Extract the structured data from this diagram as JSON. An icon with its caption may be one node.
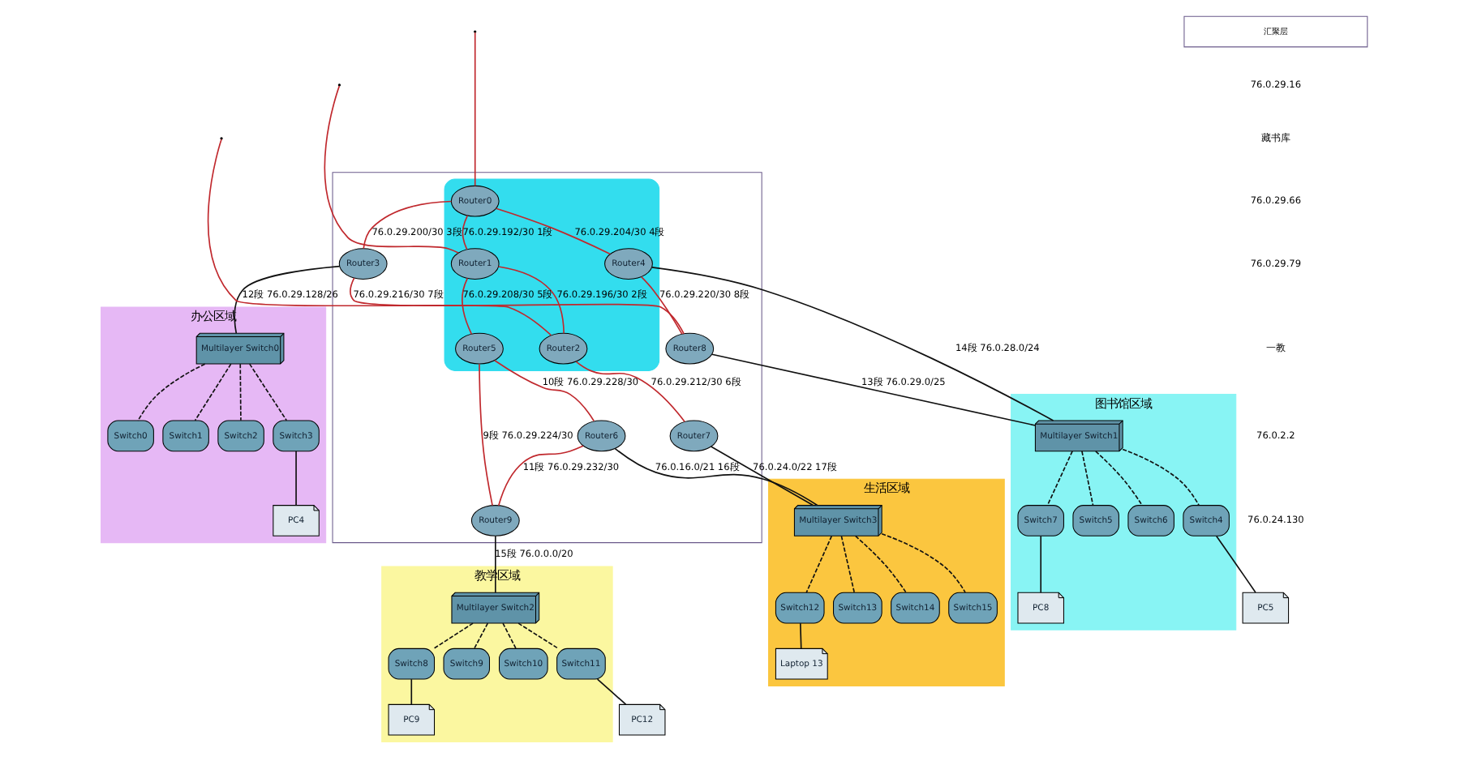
{
  "diagram": {
    "nodes": [
      {
        "text": [],
        "shape": "box"
      },
      {
        "text": [],
        "shape": "ellipse",
        "in": 0
      },
      {
        "text": [
          "Router0"
        ],
        "in": 1
      },
      {
        "text": [
          "Router1"
        ],
        "in": 1
      },
      {
        "text": [
          "Router2"
        ],
        "in": 1
      },
      {
        "text": [
          "Router3"
        ],
        "in": 0
      },
      {
        "text": [
          "Router4"
        ],
        "in": 1
      },
      {
        "text": [
          "Router5"
        ],
        "in": 1
      },
      {
        "text": [
          "Router6"
        ],
        "in": 0
      },
      {
        "text": [
          "Router7"
        ],
        "in": 0
      },
      {
        "text": [
          "Router8"
        ],
        "in": 0
      },
      {
        "text": [
          "Router9"
        ],
        "in": 0
      },
      {
        "text": [
          "汇聚层"
        ]
      },
      {
        "text": [
          "办公区域"
        ]
      },
      {
        "text": [
          "Multilayer Switch0"
        ],
        "in": 13
      },
      {
        "text": [
          "Switch0"
        ],
        "in": 13
      },
      {
        "text": [
          "Switch1"
        ],
        "in": 13
      },
      {
        "text": [
          "Switch2"
        ],
        "in": 13
      },
      {
        "text": [
          "Switch3"
        ],
        "in": 13
      },
      {
        "text": [
          "PC4"
        ],
        "in": 13
      },
      {
        "text": [
          "图书馆区域"
        ]
      },
      {
        "text": [
          "Multilayer Switch1"
        ],
        "in": 20
      },
      {
        "text": [
          "Switch4"
        ],
        "in": 20
      },
      {
        "text": [
          "Switch5"
        ],
        "in": 20
      },
      {
        "text": [
          "Switch6"
        ],
        "in": 20
      },
      {
        "text": [
          "Switch7"
        ],
        "in": 20
      },
      {
        "text": [
          "PC5"
        ]
      },
      {
        "text": [
          "PC8"
        ],
        "in": 20
      },
      {
        "text": [
          "教学区域"
        ]
      },
      {
        "text": [
          "Multilayer Switch2"
        ],
        "in": 28
      },
      {
        "text": [
          "Switch8"
        ],
        "in": 28
      },
      {
        "text": [
          "Switch9"
        ],
        "in": 28
      },
      {
        "text": [
          "Switch10"
        ],
        "in": 28
      },
      {
        "text": [
          "Switch11"
        ],
        "in": 28
      },
      {
        "text": [
          "PC9"
        ],
        "in": 28
      },
      {
        "text": [
          "PC12"
        ]
      },
      {
        "text": [
          "生活区域"
        ]
      },
      {
        "text": [
          "Multilayer Switch3"
        ],
        "in": 36
      },
      {
        "text": [
          "Switch12"
        ],
        "in": 36
      },
      {
        "text": [
          "Switch13"
        ],
        "in": 36
      },
      {
        "text": [
          "Switch14"
        ],
        "in": 36
      },
      {
        "text": [
          "Switch15"
        ],
        "in": 36
      },
      {
        "text": [
          "Laptop 13"
        ],
        "in": 36
      }
    ],
    "edges": [
      {
        "from": 2,
        "to": null,
        "arrow": "none",
        "color": "#c0282d"
      },
      {
        "from": 3,
        "to": null,
        "arrow": "none",
        "color": "#c0282d"
      },
      {
        "from": 4,
        "to": null,
        "arrow": "none",
        "color": "#c0282d"
      },
      {
        "from": 2,
        "to": 3,
        "arrow": "none",
        "label": "76.0.29.192/30 1段",
        "color": "#c0282d"
      },
      {
        "from": 3,
        "to": 4,
        "arrow": "none",
        "label": "76.0.29.196/30 2段",
        "color": "#c0282d"
      },
      {
        "from": 2,
        "to": 5,
        "arrow": "none",
        "label": "76.0.29.200/30 3段",
        "color": "#c0282d"
      },
      {
        "from": 2,
        "to": 6,
        "arrow": "none",
        "label": "76.0.29.204/30 4段",
        "color": "#c0282d"
      },
      {
        "from": 3,
        "to": 7,
        "arrow": "none",
        "label": "76.0.29.208/30 5段",
        "color": "#c0282d"
      },
      {
        "from": 4,
        "to": 9,
        "arrow": "none",
        "label": "76.0.29.212/30 6段",
        "color": "#c0282d"
      },
      {
        "from": 5,
        "to": 10,
        "arrow": "none",
        "label": "76.0.29.216/30 7段",
        "color": "#c0282d"
      },
      {
        "from": 6,
        "to": 10,
        "arrow": "none",
        "label": "76.0.29.220/30 8段",
        "color": "#c0282d"
      },
      {
        "from": 7,
        "to": 11,
        "arrow": "none",
        "label": "9段 76.0.29.224/30",
        "color": "#c0282d"
      },
      {
        "from": 7,
        "to": 8,
        "arrow": "none",
        "label": "10段 76.0.29.228/30",
        "color": "#c0282d"
      },
      {
        "from": 8,
        "to": 11,
        "arrow": "none",
        "label": "11段 76.0.29.232/30",
        "color": "#c0282d"
      },
      {
        "from": 5,
        "to": 14,
        "arrow": "none",
        "label": "12段 76.0.29.128/26"
      },
      {
        "from": 10,
        "to": 21,
        "arrow": "none",
        "label": "13段 76.0.29.0/25"
      },
      {
        "from": 6,
        "to": 21,
        "arrow": "none",
        "label": "14段 76.0.28.0/24"
      },
      {
        "from": 11,
        "to": 29,
        "arrow": "none",
        "label": "15段 76.0.0.0/20"
      },
      {
        "from": 8,
        "to": 37,
        "arrow": "none",
        "label": "76.0.16.0/21 16段"
      },
      {
        "from": 9,
        "to": 37,
        "arrow": "none",
        "label": "76.0.24.0/22 17段"
      },
      {
        "from": 14,
        "to": 15,
        "arrow": "none",
        "style": "dashed"
      },
      {
        "from": 14,
        "to": 16,
        "arrow": "none",
        "style": "dashed"
      },
      {
        "from": 14,
        "to": 17,
        "arrow": "none",
        "style": "dashed"
      },
      {
        "from": 14,
        "to": 18,
        "arrow": "none",
        "style": "dashed"
      },
      {
        "from": 18,
        "to": 19,
        "arrow": "none"
      },
      {
        "from": 21,
        "to": 22,
        "arrow": "none",
        "style": "dashed"
      },
      {
        "from": 21,
        "to": 23,
        "arrow": "none",
        "style": "dashed"
      },
      {
        "from": 21,
        "to": 24,
        "arrow": "none",
        "style": "dashed"
      },
      {
        "from": 21,
        "to": 25,
        "arrow": "none",
        "style": "dashed"
      },
      {
        "from": 22,
        "to": 26,
        "arrow": "none"
      },
      {
        "from": 25,
        "to": 27,
        "arrow": "none"
      },
      {
        "from": 29,
        "to": 30,
        "arrow": "none",
        "style": "dashed"
      },
      {
        "from": 29,
        "to": 31,
        "arrow": "none",
        "style": "dashed"
      },
      {
        "from": 29,
        "to": 32,
        "arrow": "none",
        "style": "dashed"
      },
      {
        "from": 29,
        "to": 33,
        "arrow": "none",
        "style": "dashed"
      },
      {
        "from": 30,
        "to": 34,
        "arrow": "none"
      },
      {
        "from": 33,
        "to": 35,
        "arrow": "none"
      },
      {
        "from": 37,
        "to": 38,
        "arrow": "none",
        "style": "dashed"
      },
      {
        "from": 37,
        "to": 39,
        "arrow": "none",
        "style": "dashed"
      },
      {
        "from": 37,
        "to": 40,
        "arrow": "none",
        "style": "dashed"
      },
      {
        "from": 37,
        "to": 41,
        "arrow": "none",
        "style": "dashed"
      },
      {
        "from": 38,
        "to": 42,
        "arrow": "none"
      }
    ],
    "labels": [
      "76.0.29.16",
      "藏书库",
      "76.0.29.66",
      "76.0.29.79",
      "一教",
      "76.0.2.2",
      "76.0.24.130"
    ]
  }
}
